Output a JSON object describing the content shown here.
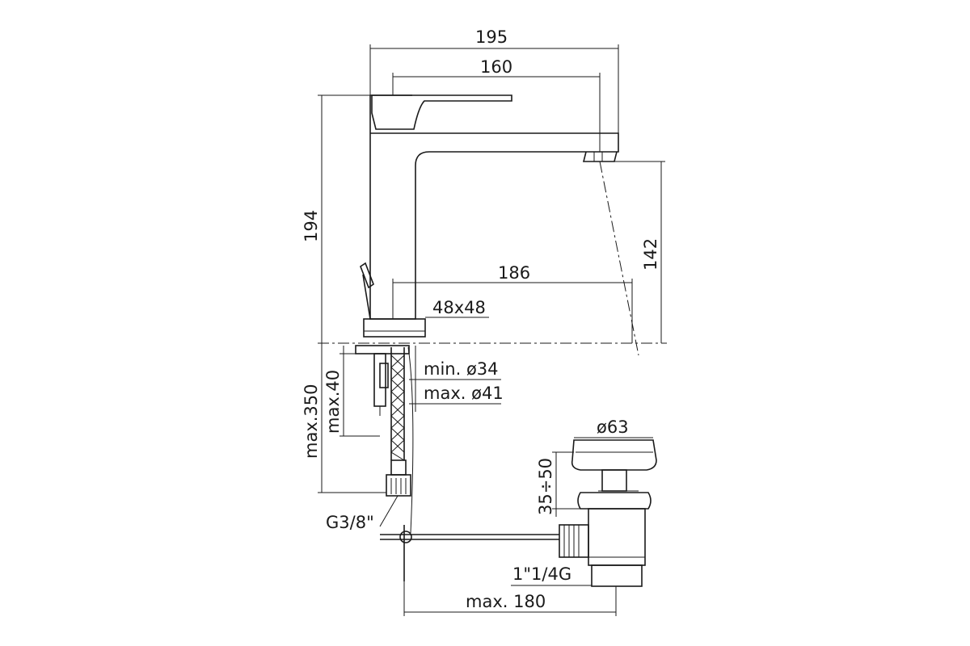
{
  "dimensions": {
    "overall_length": "195",
    "spout_length": "160",
    "total_height": "194",
    "spout_height": "142",
    "reach": "186",
    "base_size": "48x48",
    "hole_min": "min. ø34",
    "hole_max": "max. ø41",
    "max_depth_350": "max.350",
    "max_depth_40": "max.40",
    "inlet_thread": "G3/8\"",
    "drain_diameter": "ø63",
    "drain_range": "35÷50",
    "drain_thread": "1\"1/4G",
    "max_180": "max. 180"
  }
}
